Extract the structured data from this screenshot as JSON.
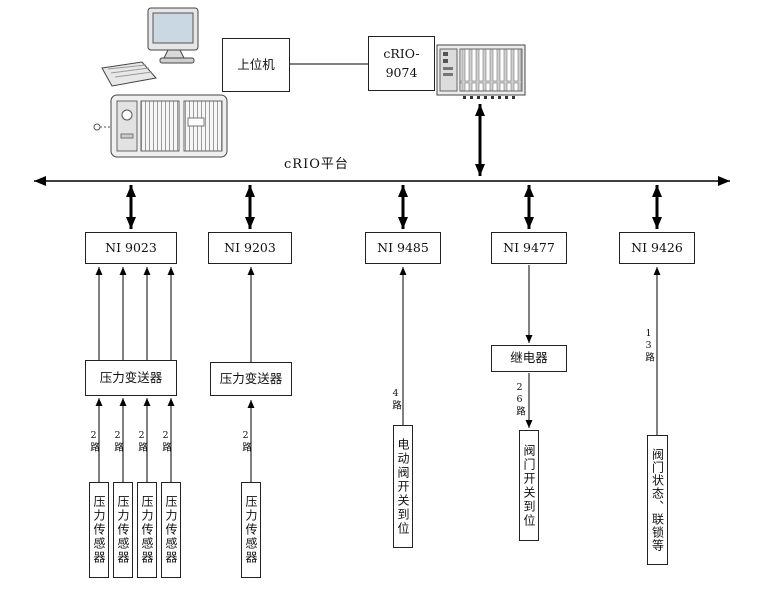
{
  "diagram": {
    "bus_label": "cRIO平台",
    "host": "上位机",
    "controller": "cRIO-9074",
    "modules": {
      "ni9023": "NI 9023",
      "ni9203": "NI 9203",
      "ni9485": "NI 9485",
      "ni9477": "NI 9477",
      "ni9426": "NI 9426"
    },
    "devices": {
      "transmitter_a": "压力变送器",
      "transmitter_b": "压力变送器",
      "relay": "继电器",
      "sensor": "压力传感器",
      "motor_valve_feedback": "电动阀开关到位",
      "valve_switch_feedback": "阀门开关到位",
      "valve_status_interlock": "阀门状态、联锁等"
    },
    "channels": {
      "a1": "2路",
      "a2": "2路",
      "a3": "2路",
      "a4": "2路",
      "b": "2路",
      "di_9485": "4路",
      "do_9477": "26路",
      "di_9426": "13路"
    },
    "icons": {
      "workstation": "desktop-computer-icon",
      "server": "server-chassis-icon",
      "controller_hw": "crio-chassis-icon"
    }
  }
}
